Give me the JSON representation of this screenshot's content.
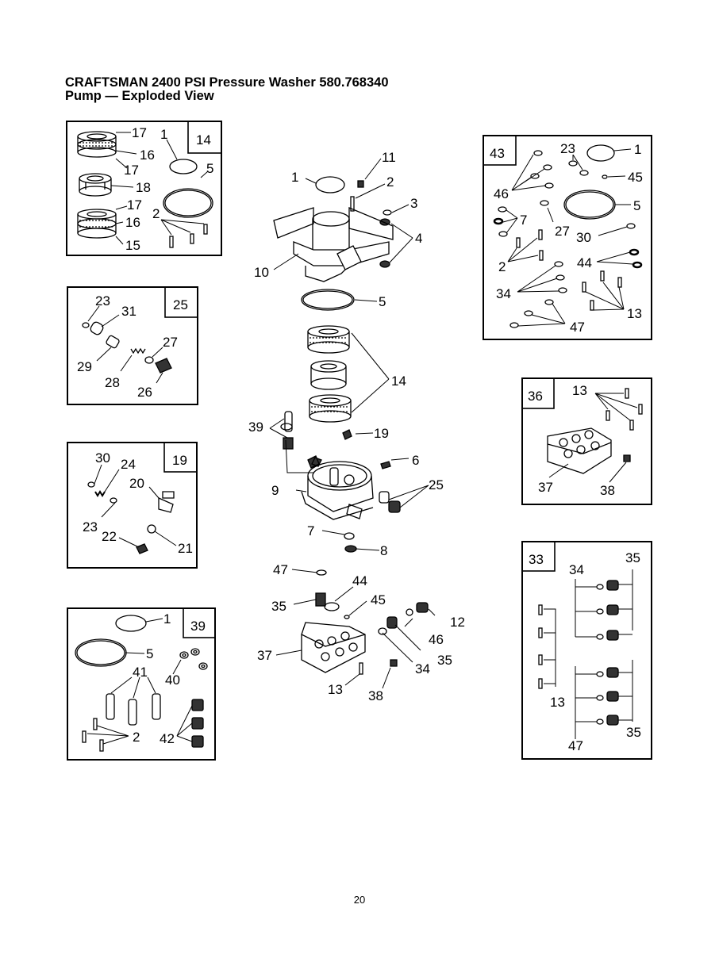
{
  "header": {
    "title_line1": "CRAFTSMAN 2400 PSI Pressure Washer 580.768340",
    "title_line2": "Pump — Exploded View"
  },
  "kits": [
    {
      "id": "14",
      "callouts": [
        "17",
        "16",
        "17",
        "18",
        "17",
        "16",
        "15",
        "1",
        "5",
        "2"
      ]
    },
    {
      "id": "25",
      "callouts": [
        "23",
        "31",
        "27",
        "29",
        "28",
        "26"
      ]
    },
    {
      "id": "19",
      "callouts": [
        "30",
        "24",
        "20",
        "23",
        "22",
        "21"
      ]
    },
    {
      "id": "39",
      "callouts": [
        "1",
        "5",
        "40",
        "41",
        "2",
        "42"
      ]
    },
    {
      "id": "43",
      "callouts": [
        "23",
        "1",
        "45",
        "46",
        "5",
        "7",
        "27",
        "30",
        "2",
        "44",
        "34",
        "13",
        "47"
      ]
    },
    {
      "id": "36",
      "callouts": [
        "13",
        "37",
        "38"
      ]
    },
    {
      "id": "33",
      "callouts": [
        "34",
        "35",
        "13",
        "35",
        "47"
      ]
    }
  ],
  "main_callouts": [
    "11",
    "1",
    "2",
    "3",
    "4",
    "10",
    "5",
    "14",
    "39",
    "19",
    "6",
    "25",
    "9",
    "7",
    "8",
    "47",
    "44",
    "45",
    "35",
    "12",
    "46",
    "37",
    "34",
    "35",
    "13",
    "38"
  ],
  "footer": {
    "page_number": "20"
  }
}
